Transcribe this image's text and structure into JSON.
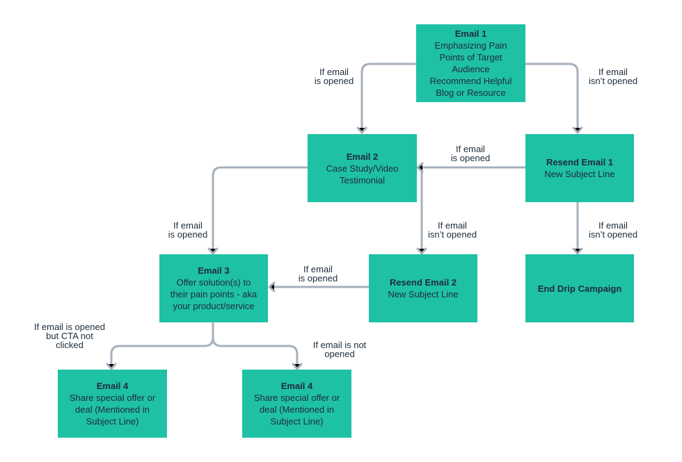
{
  "colors": {
    "box_fill": "#1fc1a5",
    "connector": "#a6b0bb",
    "text": "#1d2b3a"
  },
  "boxes": {
    "email1": {
      "title": "Email 1",
      "lines": [
        "Emphasizing Pain",
        "Points of Target",
        "Audience",
        "Recommend Helpful",
        "Blog or Resource"
      ]
    },
    "email2": {
      "title": "Email 2",
      "lines": [
        "Case Study/Video",
        "Testimonial"
      ]
    },
    "resend1": {
      "title": "Resend Email 1",
      "lines": [
        "New Subject Line"
      ]
    },
    "email3": {
      "title": "Email 3",
      "lines": [
        "Offer solution(s) to",
        "their pain points - aka",
        "your product/service"
      ]
    },
    "resend2": {
      "title": "Resend Email 2",
      "lines": [
        "New Subject Line"
      ]
    },
    "end": {
      "title": "End Drip Campaign",
      "lines": []
    },
    "email4a": {
      "title": "Email 4",
      "lines": [
        "Share special offer or",
        "deal (Mentioned in",
        "Subject Line)"
      ]
    },
    "email4b": {
      "title": "Email 4",
      "lines": [
        "Share special offer or",
        "deal (Mentioned in",
        "Subject Line)"
      ]
    }
  },
  "labels": {
    "e1_opened": [
      "If email",
      "is opened"
    ],
    "e1_not_opened": [
      "If email",
      "isn’t opened"
    ],
    "r1_opened": [
      "If email",
      "is opened"
    ],
    "e2_opened": [
      "If email",
      "is opened"
    ],
    "e2_not_opened": [
      "If email",
      "isn’t opened"
    ],
    "r1_not_opened": [
      "If email",
      "isn’t opened"
    ],
    "r2_opened": [
      "If email",
      "is opened"
    ],
    "e3_not_clicked": [
      "If email is opened",
      "but CTA not",
      "clicked"
    ],
    "e3_not_opened": [
      "If email is not",
      "opened"
    ]
  }
}
